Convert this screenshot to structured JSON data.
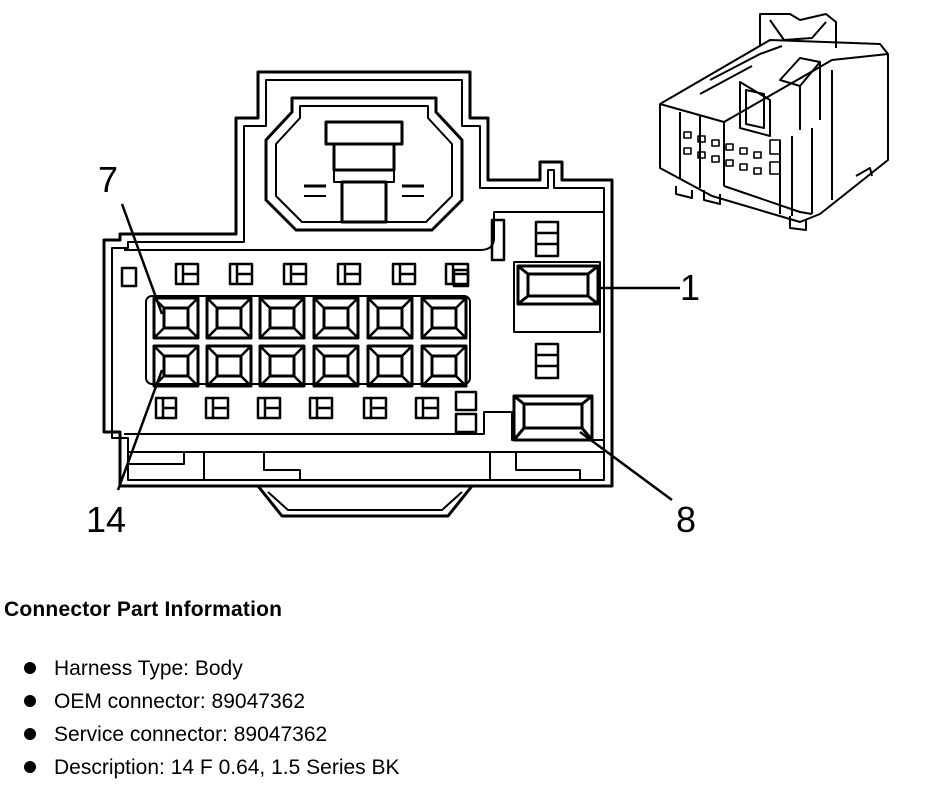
{
  "pin_labels": {
    "pin_7": "7",
    "pin_1": "1",
    "pin_14": "14",
    "pin_8": "8"
  },
  "info": {
    "title": "Connector Part Information",
    "items": [
      "Harness Type: Body",
      "OEM connector: 89047362",
      "Service connector: 89047362",
      "Description: 14 F 0.64, 1.5 Series BK"
    ]
  },
  "colors": {
    "line": "#000000",
    "background": "#ffffff"
  },
  "icons": {
    "connector_face": "connector-face-diagram",
    "connector_3d": "connector-isometric-illustration"
  }
}
